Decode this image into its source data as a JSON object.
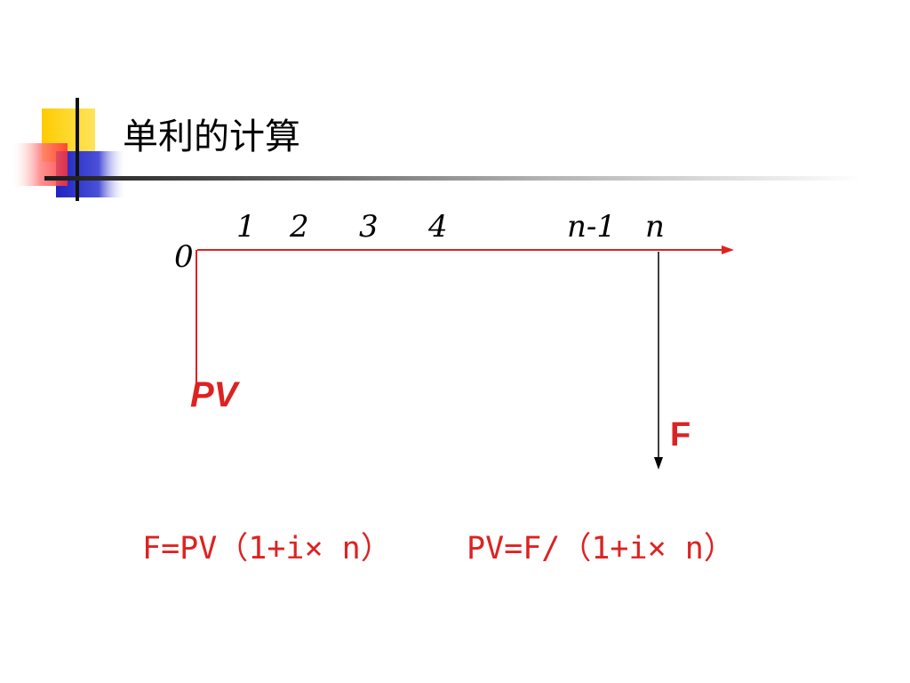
{
  "slide": {
    "title": "单利的计算"
  },
  "timeline": {
    "origin_label": "0",
    "period_labels": [
      "1",
      "2",
      "3",
      "4",
      "n-1",
      "n"
    ],
    "pv_label": "PV",
    "f_label": "F"
  },
  "formulas": {
    "future_value": "F=PV（1+i× n）",
    "present_value": "PV=F/（1+i× n）"
  },
  "colors": {
    "accent": "#dd2222",
    "text": "#000000",
    "deco_yellow": "#ffd21a",
    "deco_blue": "#2a32c8",
    "deco_red": "#ff5a5a"
  }
}
